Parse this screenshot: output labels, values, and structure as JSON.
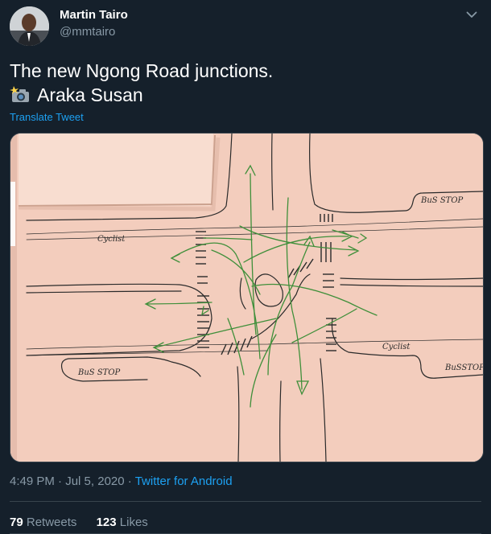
{
  "author": {
    "name": "Martin Tairo",
    "handle": "@mmtairo"
  },
  "tweet": {
    "line1": "The new Ngong Road junctions.",
    "line2": "Araka Susan",
    "translate_label": "Translate Tweet"
  },
  "sketch": {
    "bus_stop_top_right": "BuS STOP",
    "bus_stop_bottom_left": "BuS STOP",
    "bus_stop_bottom_right": "BuSSTOP",
    "cyclist_left": "Cyclist",
    "cyclist_right": "Cyclist"
  },
  "meta": {
    "time": "4:49 PM",
    "date": "Jul 5, 2020",
    "separator": "·",
    "source": "Twitter for Android"
  },
  "stats": {
    "retweets_count": "79",
    "retweets_label": "Retweets",
    "likes_count": "123",
    "likes_label": "Likes"
  },
  "colors": {
    "background": "#15202b",
    "accent": "#1da1f2",
    "secondary_text": "#8899a6",
    "divider": "#38444d"
  }
}
